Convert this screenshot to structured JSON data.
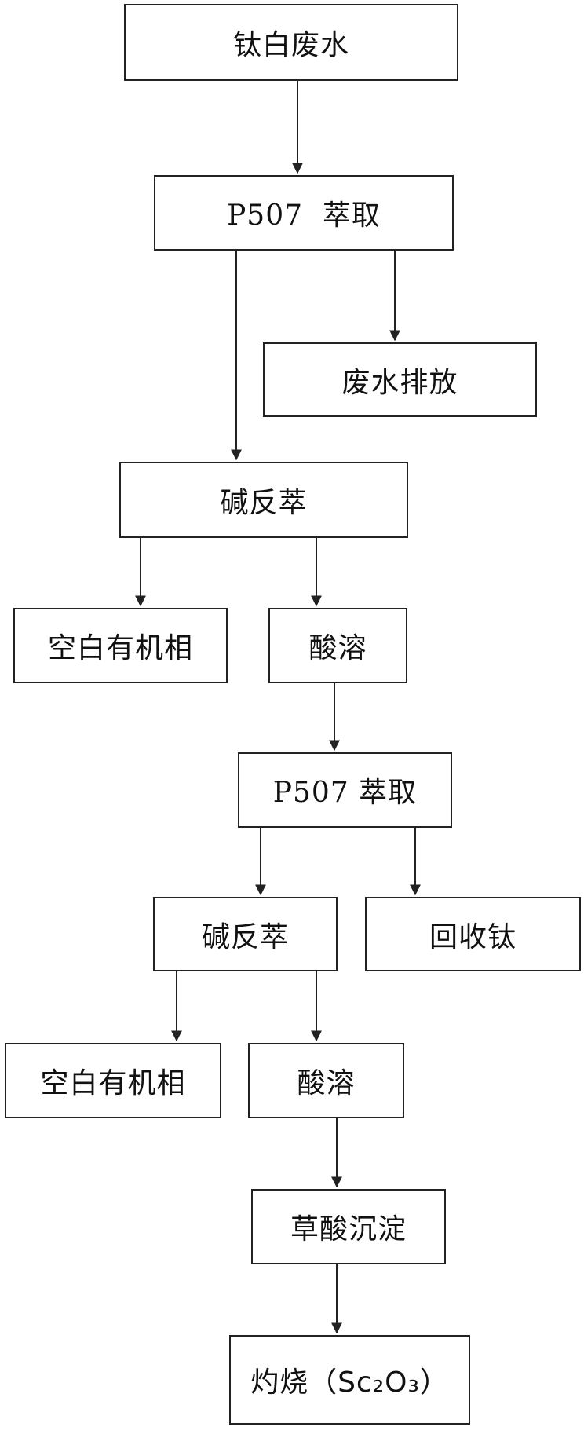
{
  "flowchart": {
    "steps": {
      "titanium_white_wastewater": "钛白废水",
      "p507_extraction_1": "P507  萃取",
      "wastewater_discharge": "废水排放",
      "alkali_back_extraction_1": "碱反萃",
      "blank_organic_phase_1": "空白有机相",
      "acid_dissolution_1": "酸溶",
      "p507_extraction_2": "P507 萃取",
      "alkali_back_extraction_2": "碱反萃",
      "titanium_recovery": "回收钛",
      "blank_organic_phase_2": "空白有机相",
      "acid_dissolution_2": "酸溶",
      "oxalic_acid_precipitation": "草酸沉淀",
      "calcination": "灼烧（Sc₂O₃）"
    }
  }
}
